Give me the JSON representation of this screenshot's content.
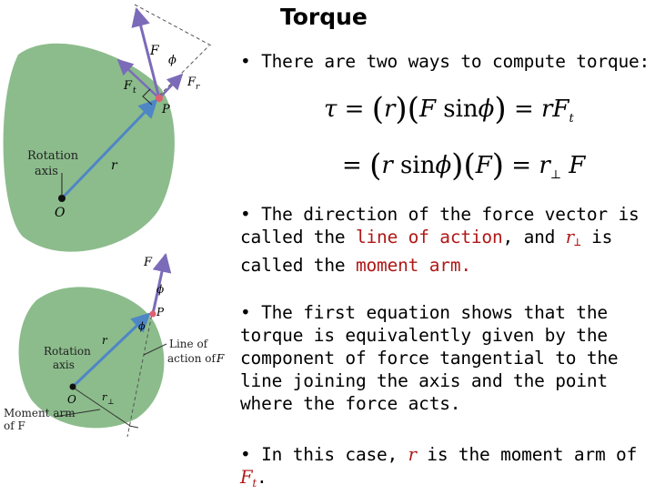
{
  "title": "Torque",
  "bullets": {
    "b1": "• There are two ways to compute torque:",
    "b2_pre": "• The direction of the force vector is called the ",
    "b2_loa": "line of action",
    "b2_mid": ", and ",
    "b2_r": "r",
    "b2_perp": "⊥",
    "b2_post": " is called the ",
    "b2_ma": "moment arm.",
    "b3": "• The first equation shows that the torque is equivalently given by the component of force tangential to the line joining the axis and the point where the force acts.",
    "b4_pre": "• In this case, ",
    "b4_r": "r",
    "b4_mid": " is the moment arm of ",
    "b4_F": "F",
    "b4_t": "t",
    "b4_end": "."
  },
  "equations": {
    "eq1": {
      "tau": "τ",
      "eq": "=",
      "r": "r",
      "F": "F",
      "sin": "sin",
      "phi": "ϕ",
      "eq2": "=",
      "rF": "rF",
      "sub": "t"
    },
    "eq2": {
      "eq": "=",
      "r": "r",
      "sin": "sin",
      "phi": "ϕ",
      "F": "F",
      "eq2": "=",
      "r2": "r",
      "sub": "⊥",
      "F2": "F"
    }
  },
  "diagram_top": {
    "F": "F",
    "phi": "ϕ",
    "Ft": "F",
    "Ft_sub": "t",
    "Fr": "F",
    "Fr_sub": "r",
    "P": "P",
    "rotation": "Rotation",
    "axis": "axis",
    "r": "r",
    "O": "O"
  },
  "diagram_bottom": {
    "F": "F",
    "phi": "ϕ",
    "P": "P",
    "phi2": "ϕ",
    "rotation": "Rotation",
    "axis": "axis",
    "r": "r",
    "line_of": "Line of",
    "action_of": "action of",
    "F2": "F",
    "O": "O",
    "rperp": "r",
    "rperp_sub": "⊥",
    "moment_arm": "Moment arm",
    "of_F": "of F"
  },
  "colors": {
    "blob": "#8cbc8c",
    "force": "#7b6bb8",
    "radius": "#4f86c6",
    "accent_red": "#b01818"
  }
}
